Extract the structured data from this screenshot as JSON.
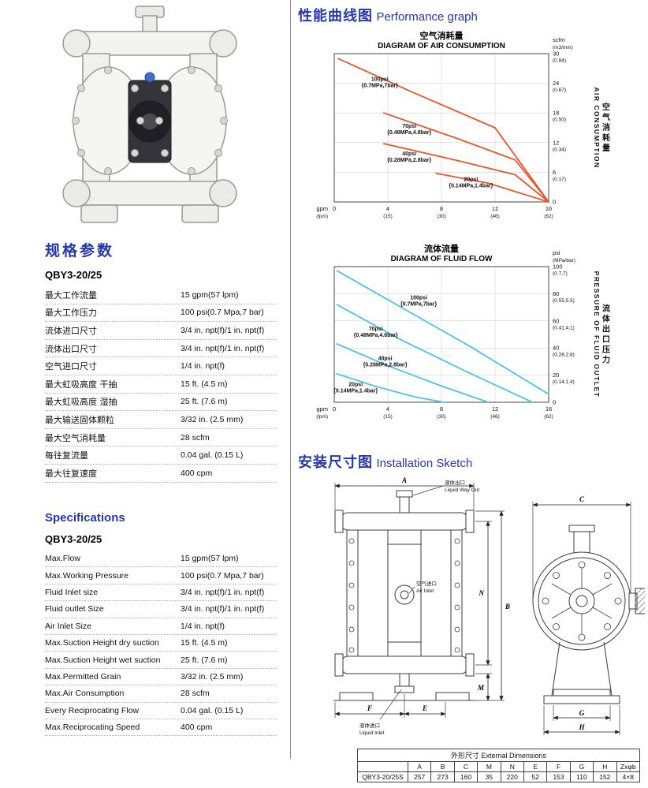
{
  "page": {
    "accent_blue": "#2638a8"
  },
  "performance_section": {
    "heading_zh": "性能曲线图",
    "heading_en": "Performance graph"
  },
  "specs_zh": {
    "heading": "规格参数",
    "model": "QBY3-20/25",
    "rows": [
      {
        "label": "最大工作流量",
        "value": "15 gpm(57 lpm)"
      },
      {
        "label": "最大工作压力",
        "value": "100 psi(0.7 Mpa,7 bar)"
      },
      {
        "label": "流体进口尺寸",
        "value": "3/4 in. npt(f)/1 in. npt(f)"
      },
      {
        "label": "流体出口尺寸",
        "value": "3/4 in. npt(f)/1 in. npt(f)"
      },
      {
        "label": "空气进口尺寸",
        "value": "1/4 in.  npt(f)"
      },
      {
        "label": "最大虹吸高度  干抽",
        "value": "15 ft. (4.5 m)"
      },
      {
        "label": "最大虹吸高度  湿抽",
        "value": "25 ft. (7.6 m)"
      },
      {
        "label": "最大输送固体颗粒",
        "value": "3/32 in. (2.5 mm)"
      },
      {
        "label": "最大空气消耗量",
        "value": "28 scfm"
      },
      {
        "label": "每往复流量",
        "value": "0.04 gal. (0.15 L)"
      },
      {
        "label": "最大往复速度",
        "value": "400 cpm"
      }
    ]
  },
  "specs_en": {
    "heading": "Specifications",
    "model": "QBY3-20/25",
    "rows": [
      {
        "label": "Max.Flow",
        "value": "15 gpm(57 lpm)"
      },
      {
        "label": "Max.Working Pressure",
        "value": "100 psi(0.7 Mpa,7 bar)"
      },
      {
        "label": "Fluid Inlet size",
        "value": "3/4 in. npt(f)/1 in. npt(f)"
      },
      {
        "label": "Fluid outlet Size",
        "value": "3/4 in. npt(f)/1 in. npt(f)"
      },
      {
        "label": "Air Inlet Size",
        "value": "1/4 in.  npt(f)"
      },
      {
        "label": "Max.Suction Height  dry suction",
        "value": "15 ft. (4.5 m)"
      },
      {
        "label": "Max.Suction Height  wet suction",
        "value": "25 ft. (7.6 m)"
      },
      {
        "label": "Max.Permitted Grain",
        "value": "3/32 in. (2.5 mm)"
      },
      {
        "label": "Max.Air Consumption",
        "value": "28 scfm"
      },
      {
        "label": "Every Reciprocating Flow",
        "value": "0.04 gal. (0.15 L)"
      },
      {
        "label": "Max.Reciprocating Speed",
        "value": "400 cpm"
      }
    ]
  },
  "installation_section": {
    "heading_zh": "安装尺寸图",
    "heading_en": "Installation Sketch"
  },
  "installation": {
    "liquid_out_zh": "液体出口",
    "liquid_out_en": "Liquid Way Out",
    "air_in_zh": "空气进口",
    "air_in_en": "Air Inlet",
    "liquid_in_zh": "液体进口",
    "liquid_in_en": "Liquid Inlet",
    "dims": {
      "A": "A",
      "B": "B",
      "C": "C",
      "E": "E",
      "F": "F",
      "G": "G",
      "H": "H",
      "M": "M",
      "N": "N"
    }
  },
  "dimensions_table": {
    "title": "外形尺寸 External Dimensions",
    "columns": [
      "",
      "A",
      "B",
      "C",
      "M",
      "N",
      "E",
      "F",
      "G",
      "H",
      "Zxφb"
    ],
    "rows": [
      [
        "QBY3-20/25S",
        "257",
        "273",
        "160",
        "35",
        "220",
        "52",
        "153",
        "110",
        "152",
        "4×8"
      ]
    ]
  },
  "chart_data": [
    {
      "type": "line",
      "title_zh": "空气消耗量",
      "title_en": "DIAGRAM OF AIR CONSUMPTION",
      "xlabel": [
        "gpm",
        "(lpm)"
      ],
      "xlim": [
        0,
        16
      ],
      "ylim": [
        0,
        30
      ],
      "grid": true,
      "legend": "inline-labels",
      "x_ticks": [
        {
          "v": 0,
          "gpm": "0",
          "lpm": ""
        },
        {
          "v": 4,
          "gpm": "4",
          "lpm": "(15)"
        },
        {
          "v": 8,
          "gpm": "8",
          "lpm": "(30)"
        },
        {
          "v": 12,
          "gpm": "12",
          "lpm": "(46)"
        },
        {
          "v": 16,
          "gpm": "16",
          "lpm": "(62)"
        }
      ],
      "y_unit": [
        "scfm",
        "(m3/min)"
      ],
      "y_ticks": [
        {
          "v": 0,
          "sub": ""
        },
        {
          "v": 6,
          "sub": "(0.17)"
        },
        {
          "v": 12,
          "sub": "(0.34)"
        },
        {
          "v": 18,
          "sub": "(0.50)"
        },
        {
          "v": 24,
          "sub": "(0.67)"
        },
        {
          "v": 30,
          "sub": "(0.84)"
        }
      ],
      "side_label_en": "AIR CONSUMPTION",
      "side_label_zh": "空气消耗量",
      "color": "#e8562e",
      "series": [
        {
          "name": "100psi",
          "spec": "{0.7MPa,7bar}",
          "points": [
            [
              0.3,
              29
            ],
            [
              6,
              22
            ],
            [
              12,
              15
            ],
            [
              16,
              0
            ]
          ],
          "label_at": [
            3.4,
            24.5
          ]
        },
        {
          "name": "70psi",
          "spec": "{0.48MPa,4.8bar}",
          "points": [
            [
              3.7,
              18
            ],
            [
              9,
              13
            ],
            [
              13.5,
              8.5
            ],
            [
              16,
              0
            ]
          ],
          "label_at": [
            5.6,
            15.0
          ]
        },
        {
          "name": "40psi",
          "spec": "{0.28MPa,2.8bar}",
          "points": [
            [
              3.7,
              11.8
            ],
            [
              9,
              8.5
            ],
            [
              13.5,
              5.5
            ],
            [
              16,
              0
            ]
          ],
          "label_at": [
            5.6,
            9.4
          ]
        },
        {
          "name": "20psi",
          "spec": "{0.14MPa,1.4bar}",
          "points": [
            [
              7.6,
              5.8
            ],
            [
              11.5,
              3.8
            ],
            [
              16,
              0
            ]
          ],
          "label_at": [
            10.2,
            4.2
          ]
        }
      ]
    },
    {
      "type": "line",
      "title_zh": "流体流量",
      "title_en": "DIAGRAM OF FLUID FLOW",
      "xlabel": [
        "gpm",
        "(lpm)"
      ],
      "xlim": [
        0,
        16
      ],
      "ylim": [
        0,
        100
      ],
      "grid": true,
      "legend": "inline-labels",
      "x_ticks": [
        {
          "v": 0,
          "gpm": "0",
          "lpm": ""
        },
        {
          "v": 4,
          "gpm": "4",
          "lpm": "(15)"
        },
        {
          "v": 8,
          "gpm": "8",
          "lpm": "(30)"
        },
        {
          "v": 12,
          "gpm": "12",
          "lpm": "(46)"
        },
        {
          "v": 16,
          "gpm": "16",
          "lpm": "(62)"
        }
      ],
      "y_unit": [
        "psi",
        "(MPa/bar)"
      ],
      "y_ticks": [
        {
          "v": 0,
          "sub": ""
        },
        {
          "v": 20,
          "sub": "(0.14,1.4)"
        },
        {
          "v": 40,
          "sub": "(0.28,2.8)"
        },
        {
          "v": 60,
          "sub": "(0.41,4.1)"
        },
        {
          "v": 80,
          "sub": "(0.55,5.5)"
        },
        {
          "v": 100,
          "sub": "(0.7,7)"
        }
      ],
      "side_label_en": "PRESSURE OF FLUID OUTLET",
      "side_label_zh": "流体出口压力",
      "color": "#4cc4e4",
      "series": [
        {
          "name": "100psi",
          "spec": "{0.7MPa,7bar}",
          "points": [
            [
              0.2,
              97
            ],
            [
              5,
              70
            ],
            [
              10,
              42
            ],
            [
              16,
              6
            ]
          ],
          "label_at": [
            6.3,
            76
          ]
        },
        {
          "name": "70psi",
          "spec": "{0.48MPa,4.8bar}",
          "points": [
            [
              0.2,
              72
            ],
            [
              5,
              46
            ],
            [
              10,
              22
            ],
            [
              14.8,
              0
            ]
          ],
          "label_at": [
            3.1,
            53
          ]
        },
        {
          "name": "40psi",
          "spec": "{0.28MPa,2.8bar}",
          "points": [
            [
              0.2,
              43
            ],
            [
              4,
              27
            ],
            [
              8,
              12
            ],
            [
              11.5,
              0
            ]
          ],
          "label_at": [
            3.8,
            31
          ]
        },
        {
          "name": "20psi",
          "spec": "{0.14MPa,1.4bar}",
          "points": [
            [
              0.2,
              21
            ],
            [
              3,
              12
            ],
            [
              6,
              4
            ],
            [
              8.2,
              0
            ]
          ],
          "label_at": [
            1.6,
            12
          ]
        }
      ]
    }
  ]
}
